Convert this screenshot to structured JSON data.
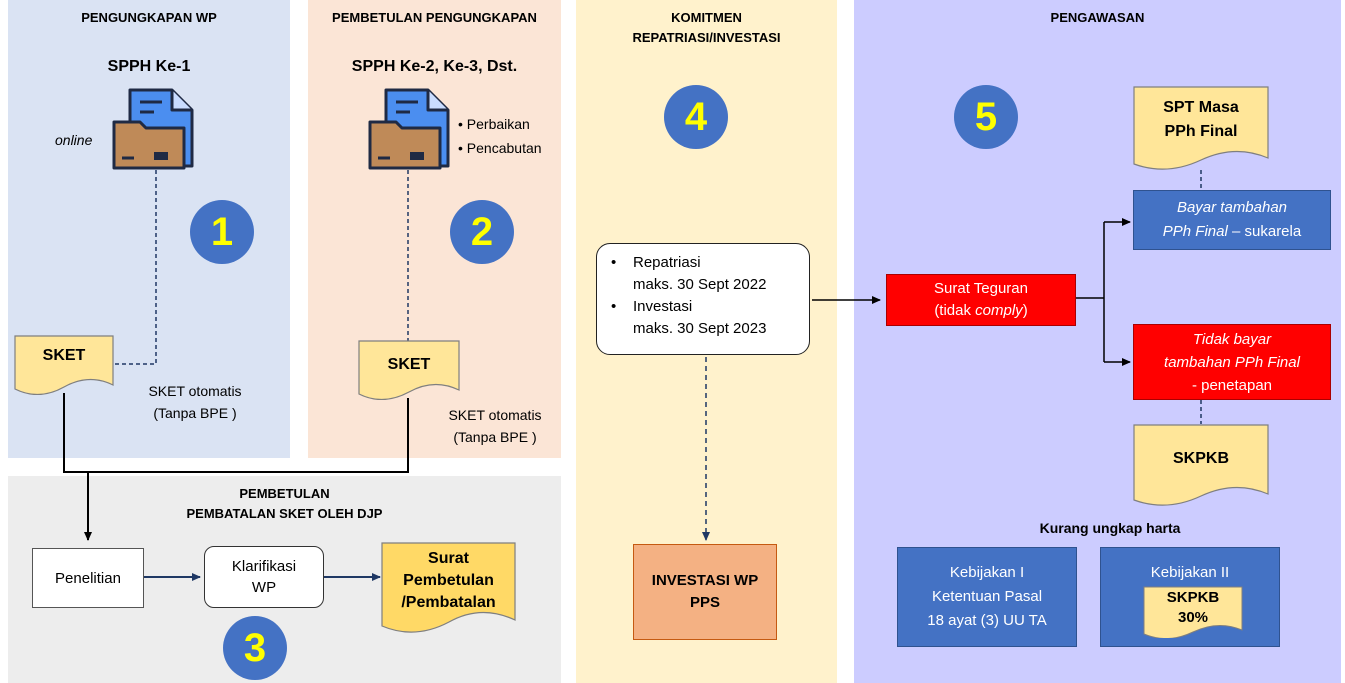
{
  "panels": {
    "p1": {
      "title": "PENGUNGKAPAN WP",
      "heading": "SPPH Ke-1",
      "online": "online",
      "sket": "SKET",
      "note_line1": "SKET otomatis",
      "note_line2": "(Tanpa BPE )",
      "number": "1"
    },
    "p2": {
      "title": "PEMBETULAN PENGUNGKAPAN",
      "heading": "SPPH Ke-2, Ke-3, Dst.",
      "bullet1": "Perbaikan",
      "bullet2": "Pencabutan",
      "sket": "SKET",
      "note_line1": "SKET otomatis",
      "note_line2": "(Tanpa BPE )",
      "number": "2"
    },
    "p3": {
      "title_line1": "PEMBETULAN",
      "title_line2": "PEMBATALAN SKET OLEH DJP",
      "penelitian": "Penelitian",
      "klar_line1": "Klarifikasi",
      "klar_line2": "WP",
      "surat_line1": "Surat",
      "surat_line2": "Pembetulan",
      "surat_line3": "/Pembatalan",
      "number": "3"
    },
    "p4": {
      "title_line1": "KOMITMEN",
      "title_line2": "REPATRIASI/INVESTASI",
      "number": "4",
      "b1_line1": "Repatriasi",
      "b1_line2": "maks. 30 Sept 2022",
      "b2_line1": "Investasi",
      "b2_line2": "maks. 30 Sept 2023",
      "invest_line1": "INVESTASI WP",
      "invest_line2": "PPS"
    },
    "p5": {
      "title": "PENGAWASAN",
      "number": "5",
      "spt_line1": "SPT Masa",
      "spt_line2": "PPh Final",
      "teguran_line1": "Surat Teguran",
      "teguran_line2a": "(tidak ",
      "teguran_line2b": "comply",
      "teguran_line2c": ")",
      "bayar_line1": "Bayar tambahan",
      "bayar_line2a": "PPh Final",
      "bayar_line2b": " – sukarela",
      "tidak_line1": "Tidak bayar",
      "tidak_line2": "tambahan PPh Final",
      "tidak_line3": "-  penetapan",
      "skpkb": "SKPKB",
      "kurang": "Kurang ungkap harta",
      "keb1_line1": "Kebijakan I",
      "keb1_line2": "Ketentuan Pasal",
      "keb1_line3": "18 ayat (3) UU TA",
      "keb2_line1": "Kebijakan II",
      "keb2_skpkb": "SKPKB",
      "keb2_pct": "30%"
    }
  },
  "colors": {
    "blue_panel": "#dae3f3",
    "peach_panel": "#fbe5d6",
    "gray_panel": "#ededed",
    "yellow_panel": "#fff2cc",
    "lavender_panel": "#ccccff",
    "circle": "#4472c4",
    "number": "#ffff00",
    "doc": "#ffe699",
    "red": "#ff0000",
    "blue_box": "#4472c4",
    "salmon": "#f4b183"
  }
}
